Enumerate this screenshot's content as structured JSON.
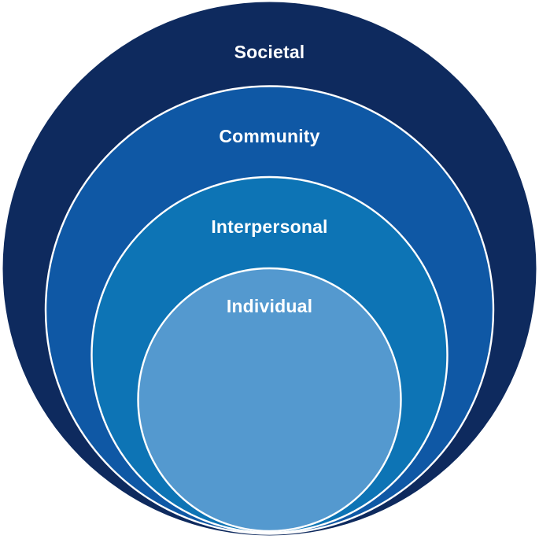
{
  "diagram": {
    "type": "nested-circles",
    "background_color": "#ffffff",
    "label_color": "#ffffff",
    "ring_border_color": "#ffffff",
    "rings": [
      {
        "label": "Societal",
        "color": "#0e2a5e"
      },
      {
        "label": "Community",
        "color": "#0f58a5"
      },
      {
        "label": "Interpersonal",
        "color": "#0d74b5"
      },
      {
        "label": "Individual",
        "color": "#5499cf"
      }
    ]
  }
}
